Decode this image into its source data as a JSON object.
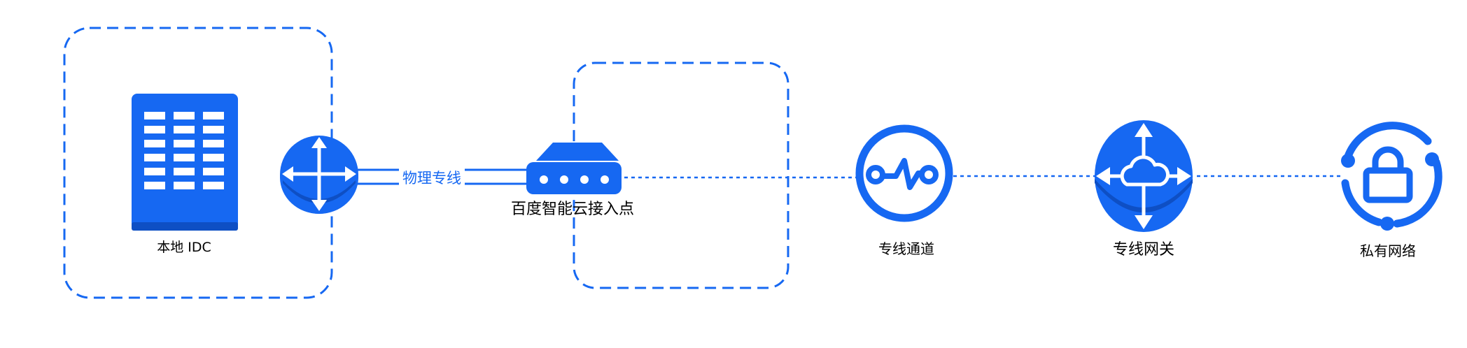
{
  "colors": {
    "accent": "#1668f2",
    "accent_dark": "#0e4fc4",
    "label": "#000000",
    "background": "#ffffff"
  },
  "nodes": {
    "local_idc": {
      "label": "本地 IDC",
      "icon": "building-icon"
    },
    "router": {
      "icon": "router-arrows-icon"
    },
    "access_point": {
      "label": "百度智能云接入点",
      "icon": "switch-device-icon"
    },
    "dedicated_channel": {
      "label": "专线通道",
      "icon": "channel-line-icon"
    },
    "dedicated_gateway": {
      "label": "专线网关",
      "icon": "cloud-gateway-icon"
    },
    "private_network": {
      "label": "私有网络",
      "icon": "lock-network-icon"
    }
  },
  "links": {
    "physical_line": {
      "label": "物理专线"
    }
  }
}
